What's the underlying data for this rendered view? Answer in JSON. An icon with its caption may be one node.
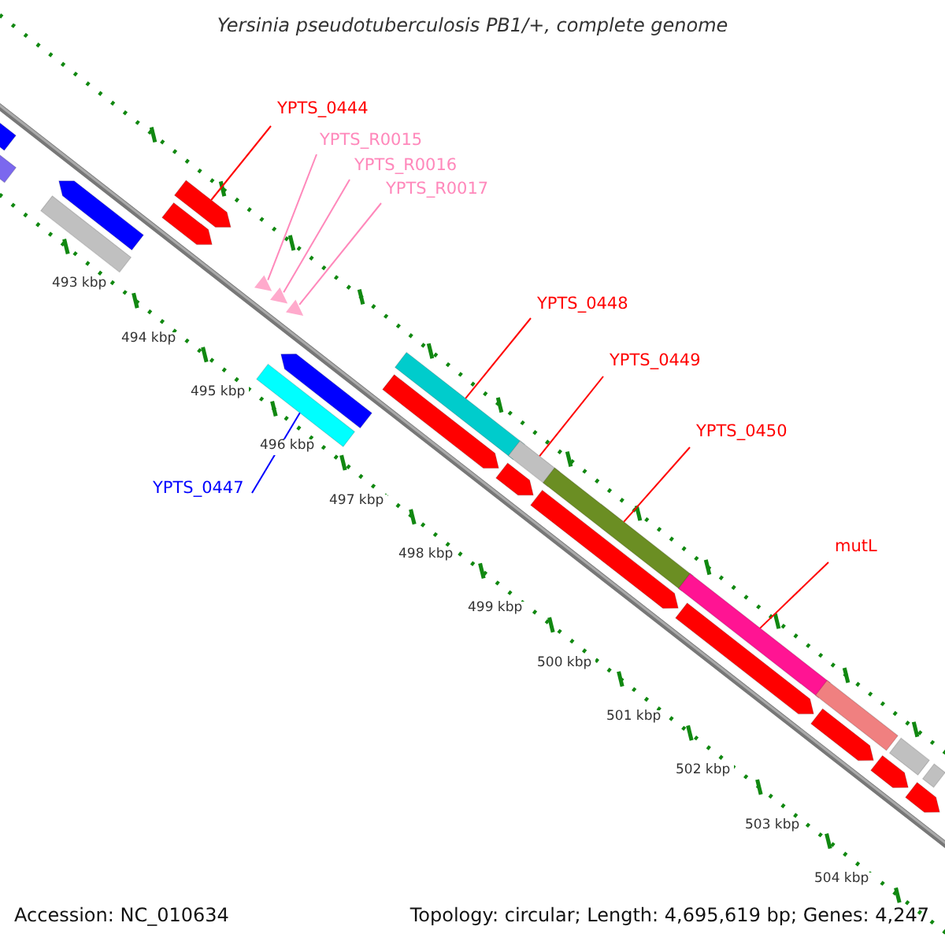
{
  "diagram": {
    "title": "Yersinia pseudotuberculosis PB1/+, complete genome",
    "nodes": [
      {
        "text": [
          "YPTS_0444"
        ]
      },
      {
        "text": [],
        "shape": "bar"
      },
      {
        "text": [
          "YPTS_R0015"
        ]
      },
      {
        "text": [
          "YPTS_R0016"
        ]
      },
      {
        "text": [
          "YPTS_R0017"
        ]
      },
      {
        "text": [],
        "shape": "triangle"
      },
      {
        "text": [],
        "shape": "triangle"
      },
      {
        "text": [],
        "shape": "triangle"
      },
      {
        "text": [
          "YPTS_0447"
        ]
      },
      {
        "text": [],
        "shape": "bar"
      },
      {
        "text": [
          "YPTS_0448"
        ]
      },
      {
        "text": [],
        "shape": "bar"
      },
      {
        "text": [
          "YPTS_0449"
        ]
      },
      {
        "text": [],
        "shape": "bar"
      },
      {
        "text": [
          "YPTS_0450"
        ]
      },
      {
        "text": [],
        "shape": "bar"
      },
      {
        "text": [
          "mutL"
        ]
      },
      {
        "text": [],
        "shape": "bar"
      },
      {
        "text": [],
        "shape": "bar"
      },
      {
        "text": [],
        "shape": "bar"
      },
      {
        "text": [],
        "shape": "bar"
      },
      {
        "text": [],
        "shape": "bar"
      },
      {
        "text": [],
        "shape": "bar"
      },
      {
        "text": [],
        "shape": "bar"
      },
      {
        "text": [],
        "shape": "bar"
      },
      {
        "text": [],
        "shape": "bar"
      },
      {
        "text": [],
        "shape": "bar"
      },
      {
        "text": [],
        "shape": "bar"
      },
      {
        "text": [],
        "shape": "bar"
      },
      {
        "text": [],
        "shape": "bar"
      },
      {
        "text": [],
        "shape": "bar"
      },
      {
        "text": [],
        "shape": "bar"
      },
      {
        "text": [],
        "shape": "bar"
      },
      {
        "text": [],
        "shape": "bar"
      }
    ],
    "edges": [
      {
        "from": 0,
        "to": 1,
        "arrow": "none"
      },
      {
        "from": 2,
        "to": 5,
        "arrow": "none",
        "color": "#ff88bb"
      },
      {
        "from": 3,
        "to": 6,
        "arrow": "none",
        "color": "#ff88bb"
      },
      {
        "from": 4,
        "to": 7,
        "arrow": "none",
        "color": "#ff88bb"
      },
      {
        "from": 8,
        "to": 9,
        "arrow": "none",
        "color": "#0000ff"
      },
      {
        "from": 10,
        "to": 11,
        "arrow": "none"
      },
      {
        "from": 12,
        "to": 13,
        "arrow": "none"
      },
      {
        "from": 14,
        "to": 15,
        "arrow": "none"
      },
      {
        "from": 16,
        "to": 17,
        "arrow": "none"
      }
    ],
    "labels": [
      "493 kbp",
      "494 kbp",
      "495 kbp",
      "496 kbp",
      "497 kbp",
      "498 kbp",
      "499 kbp",
      "500 kbp",
      "501 kbp",
      "502 kbp",
      "503 kbp",
      "504 kbp",
      "Accession: NC_010634",
      "Topology: circular; Length: 4,695,619 bp; Genes: 4,247"
    ]
  }
}
